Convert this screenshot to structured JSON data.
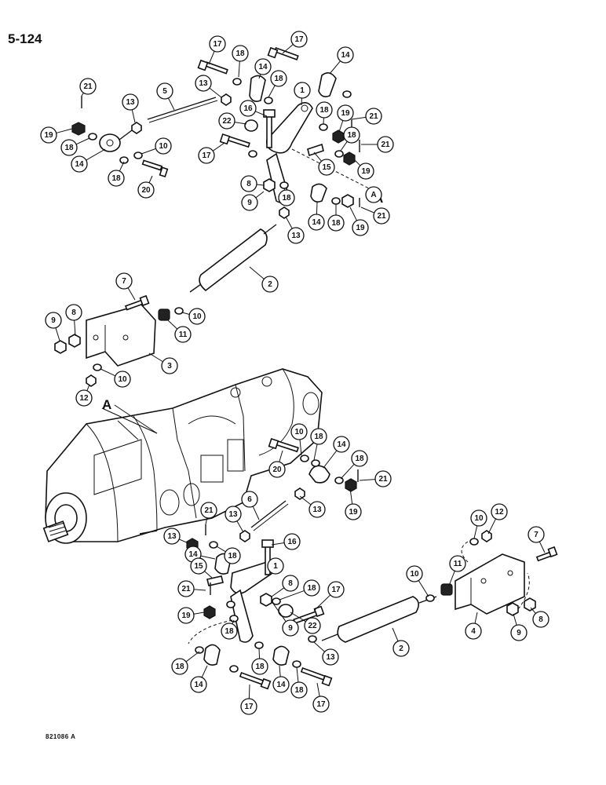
{
  "page_number": "5-124",
  "drawing_code": "821086 A",
  "reference_letter": "A",
  "callouts_upper": [
    "17",
    "17",
    "18",
    "14",
    "14",
    "21",
    "13",
    "5",
    "13",
    "18",
    "1",
    "18",
    "16",
    "22",
    "19",
    "21",
    "19",
    "18",
    "14",
    "10",
    "18",
    "17",
    "21",
    "18",
    "15",
    "20",
    "19",
    "8",
    "18",
    "A",
    "9",
    "14",
    "18",
    "19",
    "21",
    "13",
    "2"
  ],
  "callouts_bracket": [
    "7",
    "9",
    "8",
    "10",
    "11",
    "3",
    "12",
    "10"
  ],
  "callouts_lower": [
    "10",
    "18",
    "14",
    "18",
    "20",
    "21",
    "13",
    "6",
    "13",
    "19",
    "21",
    "13",
    "16",
    "14",
    "18",
    "10",
    "12",
    "7",
    "1",
    "15",
    "11",
    "10",
    "8",
    "18",
    "17",
    "21",
    "19",
    "22",
    "9",
    "18",
    "2",
    "4",
    "9",
    "8",
    "13",
    "18",
    "18",
    "14",
    "14",
    "18",
    "17",
    "17"
  ]
}
